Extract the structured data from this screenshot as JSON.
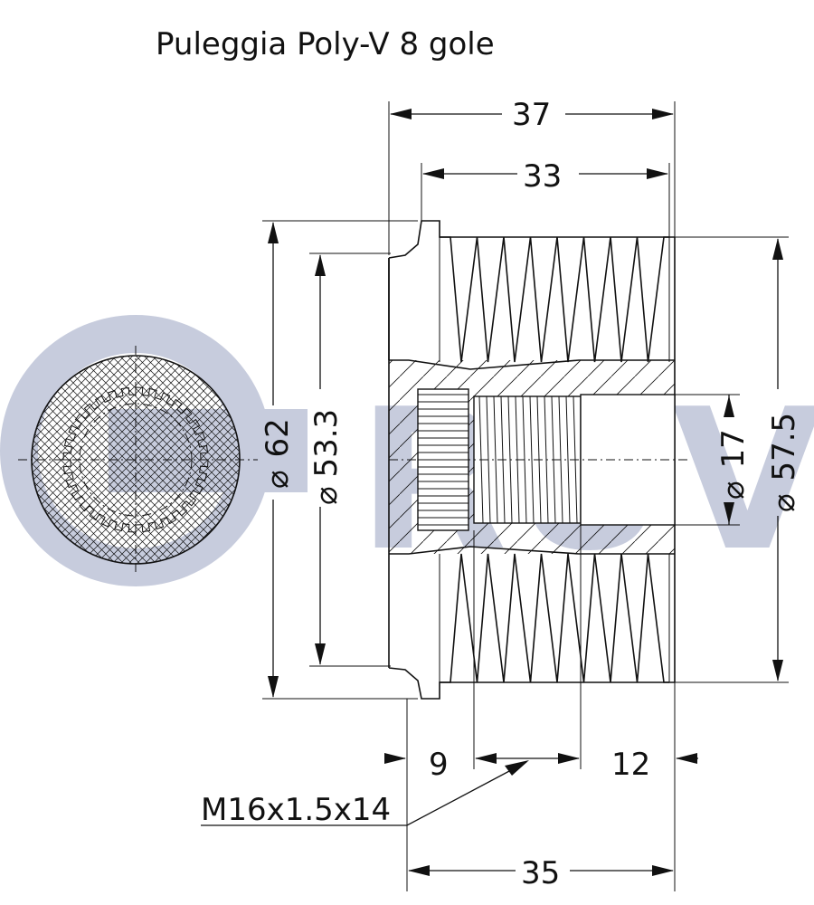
{
  "title": "Puleggia Poly-V 8 gole",
  "watermark": "RUVILLE",
  "colors": {
    "line": "#111111",
    "watermark": "#c7ccdd",
    "background": "#ffffff"
  },
  "dimensions": {
    "overall_width": "37",
    "groove_width": "33",
    "outer_diameter": "62",
    "flange_diameter": "53.3",
    "bore_diameter": "17",
    "groove_diameter": "57.5",
    "spline_depth": "9",
    "counterbore_depth": "12",
    "body_width": "35",
    "thread": "M16x1.5x14"
  },
  "diameter_symbol": "⌀"
}
